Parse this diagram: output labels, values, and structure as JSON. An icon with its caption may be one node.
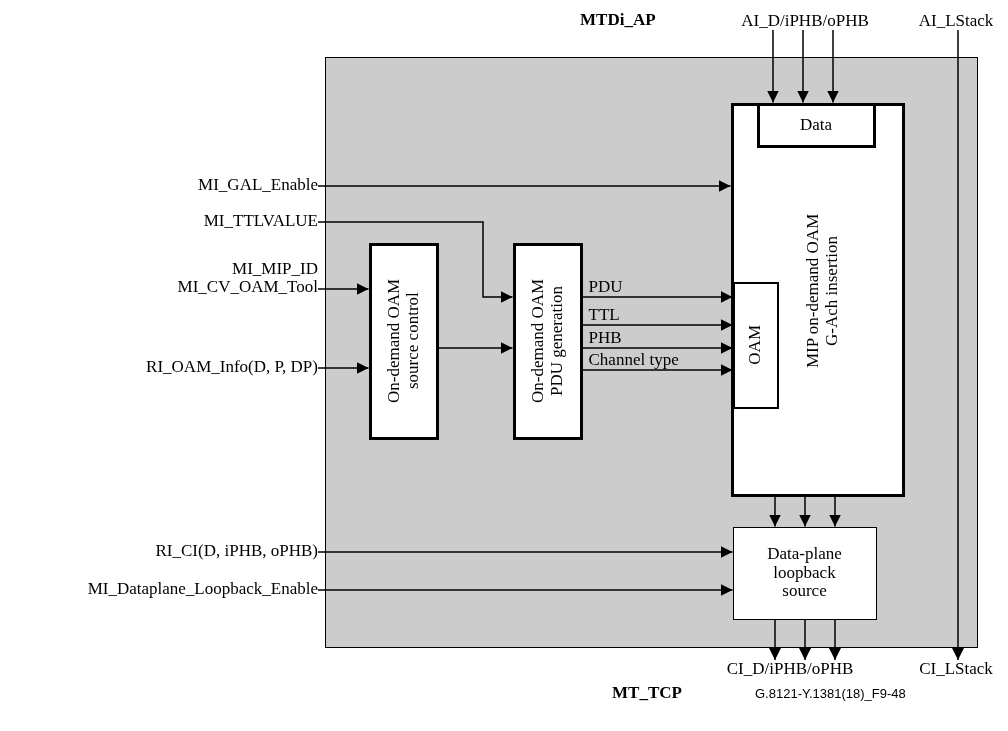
{
  "diagram": {
    "nodes": [
      {
        "text": [],
        "shape": "box"
      },
      {
        "text": [
          "MIP on-demand OAM G-Ach insertion"
        ],
        "in": 0
      },
      {
        "text": [
          "Data"
        ],
        "in": 1
      },
      {
        "text": [
          "OAM"
        ],
        "in": 1
      },
      {
        "text": [
          "On-demand OAM source control"
        ],
        "in": 0
      },
      {
        "text": [
          "On-demand OAM PDU generation"
        ],
        "in": 0
      },
      {
        "text": [
          "Data-plane loopback source"
        ],
        "in": 0
      },
      {
        "text": [
          "AI_D/iPHB/oPHB"
        ]
      },
      {
        "text": [
          "AI_LStack"
        ]
      },
      {
        "text": [
          "MI_GAL_Enable"
        ]
      },
      {
        "text": [
          "MI_TTLVALUE"
        ]
      },
      {
        "text": [
          "MI_MIP_ID",
          "MI_CV_OAM_Tool"
        ]
      },
      {
        "text": [
          "RI_OAM_Info(D, P, DP)"
        ]
      },
      {
        "text": [
          "RI_CI(D, iPHB, oPHB)"
        ]
      },
      {
        "text": [
          "MI_Dataplane_Loopback_Enable"
        ]
      },
      {
        "text": [
          "CI_D/iPHB/oPHB"
        ]
      },
      {
        "text": [
          "CI_LStack"
        ]
      }
    ],
    "edges": [
      {
        "from": 7,
        "to": 2,
        "arrow": "to"
      },
      {
        "from": 7,
        "to": 2,
        "arrow": "to"
      },
      {
        "from": 7,
        "to": 2,
        "arrow": "to"
      },
      {
        "from": 8,
        "to": 16,
        "arrow": "to"
      },
      {
        "from": 9,
        "to": 1,
        "arrow": "to"
      },
      {
        "from": 10,
        "to": 5,
        "arrow": "to"
      },
      {
        "from": 11,
        "to": 4,
        "arrow": "to"
      },
      {
        "from": 12,
        "to": 4,
        "arrow": "to"
      },
      {
        "from": 4,
        "to": 5,
        "arrow": "to"
      },
      {
        "from": 5,
        "to": 3,
        "label": "PDU",
        "arrow": "to"
      },
      {
        "from": 5,
        "to": 3,
        "label": "TTL",
        "arrow": "to"
      },
      {
        "from": 5,
        "to": 3,
        "label": "PHB",
        "arrow": "to"
      },
      {
        "from": 5,
        "to": 3,
        "label": "Channel type",
        "arrow": "to"
      },
      {
        "from": 1,
        "to": 6,
        "arrow": "to"
      },
      {
        "from": 1,
        "to": 6,
        "arrow": "to"
      },
      {
        "from": 1,
        "to": 6,
        "arrow": "to"
      },
      {
        "from": 13,
        "to": 6,
        "arrow": "to"
      },
      {
        "from": 14,
        "to": 6,
        "arrow": "to"
      },
      {
        "from": 6,
        "to": 15,
        "arrow": "to"
      },
      {
        "from": 6,
        "to": 15,
        "arrow": "to"
      },
      {
        "from": 6,
        "to": 15,
        "arrow": "to"
      }
    ],
    "labels": [
      "MTDi_AP",
      "MT_TCP",
      "G.8121-Y.1381(18)_F9-48"
    ]
  }
}
